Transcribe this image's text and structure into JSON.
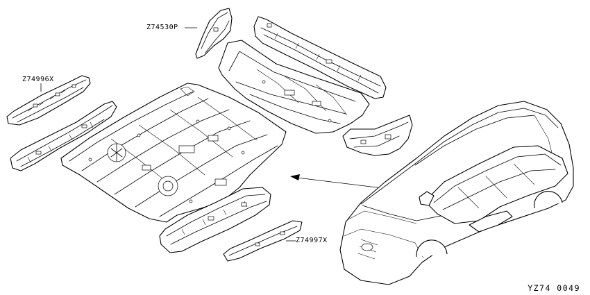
{
  "callouts": {
    "rear_floor_side": "Z74530P",
    "front_left_member": "Z74996X",
    "front_right_member": "Z74997X"
  },
  "diagram_code": "YZ74 0049"
}
